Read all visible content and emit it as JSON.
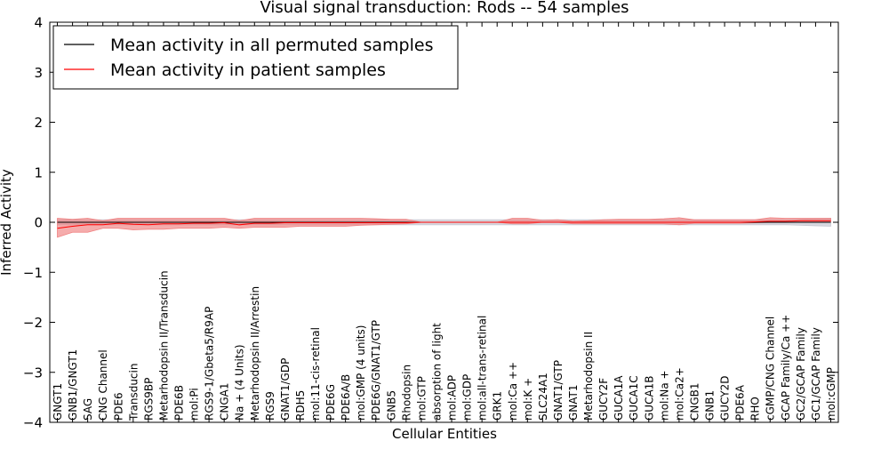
{
  "chart_data": {
    "type": "line",
    "title": "Visual signal transduction: Rods -- 54 samples",
    "xlabel": "Cellular Entities",
    "ylabel": "Inferred Activity",
    "ylim": [
      -4,
      4
    ],
    "yticks": [
      -4,
      -3,
      -2,
      -1,
      0,
      1,
      2,
      3,
      4
    ],
    "ytick_labels": [
      "−4",
      "−3",
      "−2",
      "−1",
      "0",
      "1",
      "2",
      "3",
      "4"
    ],
    "grid": false,
    "legend_position": "top-left",
    "categories": [
      "GNGT1",
      "GNB1/GNGT1",
      "SAG",
      "CNG Channel",
      "PDE6",
      "Transducin",
      "RGS9BP",
      "Metarhodopsin II/Transducin",
      "PDE6B",
      "mol:Pi",
      "RGS9-1/Gbeta5/R9AP",
      "CNGA1",
      "Na + (4 Units)",
      "Metarhodopsin II/Arrestin",
      "RGS9",
      "GNAT1/GDP",
      "RDH5",
      "mol:11-cis-retinal",
      "PDE6G",
      "PDE6A/B",
      "mol:GMP (4 units)",
      "PDE6G/GNAT1/GTP",
      "GNB5",
      "Rhodopsin",
      "mol:GTP",
      "absorption of light",
      "mol:ADP",
      "mol:GDP",
      "mol:all-trans-retinal",
      "GRK1",
      "mol:Ca ++",
      "mol:K +",
      "SLC24A1",
      "GNAT1/GTP",
      "GNAT1",
      "Metarhodopsin II",
      "GUCY2F",
      "GUCA1A",
      "GUCA1C",
      "GUCA1B",
      "mol:Na +",
      "mol:Ca2+",
      "CNGB1",
      "GNB1",
      "GUCY2D",
      "PDE6A",
      "RHO",
      "cGMP/CNG Channel",
      "GCAP Family/Ca ++",
      "GC2/GCAP Family",
      "GC1/GCAP Family",
      "mol:cGMP"
    ],
    "series": [
      {
        "name": "Mean activity in all permuted samples",
        "color": "#000000",
        "band_color": "#c8c8d2",
        "values": [
          0.0,
          0.0,
          0.0,
          0.0,
          0.0,
          0.0,
          0.0,
          0.0,
          0.0,
          0.0,
          0.0,
          0.0,
          0.0,
          0.0,
          0.0,
          0.0,
          0.0,
          0.0,
          0.0,
          0.0,
          0.0,
          0.0,
          0.0,
          0.0,
          0.0,
          0.0,
          0.0,
          0.0,
          0.0,
          0.0,
          0.0,
          0.0,
          0.0,
          0.0,
          0.0,
          0.0,
          0.0,
          0.0,
          0.0,
          0.0,
          0.0,
          0.0,
          0.0,
          0.0,
          0.0,
          0.0,
          0.0,
          0.0,
          0.0,
          0.0,
          0.0,
          0.0
        ],
        "lower": [
          -0.05,
          -0.05,
          -0.05,
          -0.05,
          -0.05,
          -0.05,
          -0.05,
          -0.05,
          -0.05,
          -0.05,
          -0.05,
          -0.05,
          -0.05,
          -0.05,
          -0.05,
          -0.05,
          -0.05,
          -0.05,
          -0.05,
          -0.05,
          -0.05,
          -0.05,
          -0.05,
          -0.05,
          -0.05,
          -0.05,
          -0.05,
          -0.05,
          -0.05,
          -0.05,
          -0.05,
          -0.05,
          -0.05,
          -0.05,
          -0.05,
          -0.05,
          -0.05,
          -0.05,
          -0.05,
          -0.05,
          -0.05,
          -0.05,
          -0.05,
          -0.05,
          -0.05,
          -0.05,
          -0.05,
          -0.05,
          -0.05,
          -0.06,
          -0.07,
          -0.08
        ],
        "upper": [
          0.05,
          0.05,
          0.05,
          0.05,
          0.05,
          0.05,
          0.05,
          0.05,
          0.05,
          0.05,
          0.05,
          0.05,
          0.05,
          0.05,
          0.05,
          0.05,
          0.05,
          0.05,
          0.05,
          0.05,
          0.05,
          0.05,
          0.05,
          0.05,
          0.05,
          0.05,
          0.05,
          0.05,
          0.05,
          0.05,
          0.05,
          0.05,
          0.05,
          0.05,
          0.05,
          0.05,
          0.05,
          0.05,
          0.05,
          0.05,
          0.05,
          0.05,
          0.05,
          0.05,
          0.05,
          0.05,
          0.05,
          0.05,
          0.05,
          0.06,
          0.07,
          0.08
        ]
      },
      {
        "name": "Mean activity in patient samples",
        "color": "#ff0000",
        "band_color": "#f08080",
        "values": [
          -0.12,
          -0.08,
          -0.05,
          -0.05,
          -0.02,
          -0.04,
          -0.05,
          -0.03,
          -0.03,
          -0.02,
          -0.02,
          -0.01,
          -0.05,
          -0.02,
          -0.02,
          -0.01,
          -0.01,
          -0.01,
          -0.01,
          -0.01,
          -0.01,
          -0.01,
          -0.01,
          -0.01,
          0.0,
          0.0,
          0.0,
          0.0,
          0.0,
          0.0,
          0.0,
          0.0,
          0.0,
          0.0,
          0.0,
          0.0,
          0.0,
          0.0,
          0.0,
          0.0,
          0.0,
          0.0,
          0.0,
          0.0,
          0.0,
          0.0,
          0.01,
          0.02,
          0.02,
          0.03,
          0.03,
          0.03
        ],
        "lower": [
          -0.3,
          -0.2,
          -0.2,
          -0.12,
          -0.12,
          -0.15,
          -0.14,
          -0.14,
          -0.12,
          -0.12,
          -0.12,
          -0.1,
          -0.12,
          -0.1,
          -0.1,
          -0.1,
          -0.08,
          -0.08,
          -0.08,
          -0.08,
          -0.06,
          -0.05,
          -0.04,
          -0.03,
          0.0,
          0.0,
          0.0,
          0.0,
          0.0,
          0.0,
          -0.03,
          -0.03,
          0.0,
          0.0,
          -0.03,
          -0.03,
          -0.03,
          -0.03,
          -0.03,
          -0.03,
          -0.03,
          -0.05,
          -0.02,
          -0.02,
          -0.02,
          -0.02,
          -0.01,
          0.0,
          0.0,
          0.0,
          0.0,
          0.0
        ],
        "upper": [
          0.08,
          0.06,
          0.08,
          0.03,
          0.08,
          0.08,
          0.08,
          0.08,
          0.08,
          0.08,
          0.08,
          0.08,
          0.03,
          0.08,
          0.08,
          0.08,
          0.08,
          0.08,
          0.08,
          0.08,
          0.08,
          0.07,
          0.06,
          0.06,
          0.0,
          0.0,
          0.0,
          0.0,
          0.0,
          0.0,
          0.08,
          0.08,
          0.04,
          0.05,
          0.02,
          0.03,
          0.05,
          0.06,
          0.06,
          0.06,
          0.07,
          0.09,
          0.05,
          0.05,
          0.05,
          0.05,
          0.05,
          0.09,
          0.08,
          0.08,
          0.08,
          0.08
        ]
      }
    ]
  }
}
